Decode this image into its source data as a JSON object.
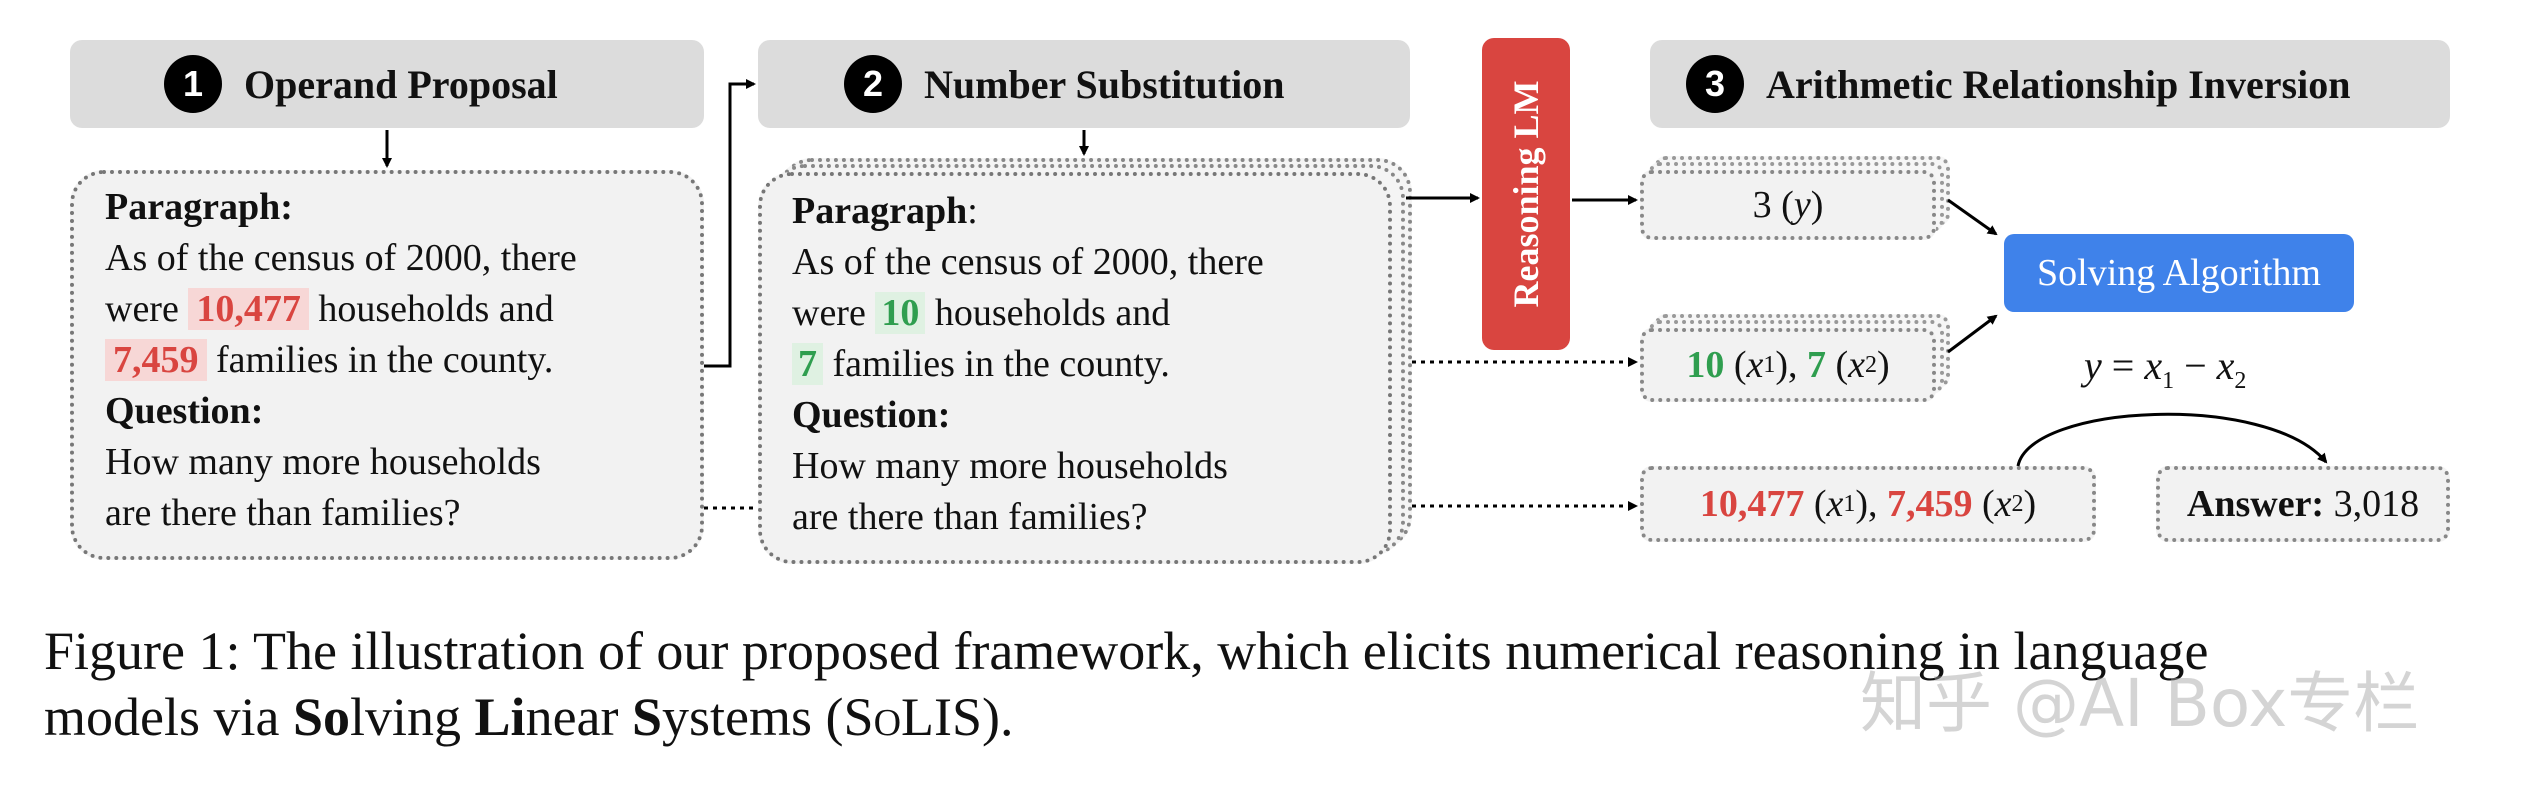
{
  "steps": [
    {
      "num": "1",
      "title": "Operand Proposal"
    },
    {
      "num": "2",
      "title": "Number Substitution"
    },
    {
      "num": "3",
      "title": "Arithmetic Relationship Inversion"
    }
  ],
  "box1": {
    "paragraph_label": "Paragraph:",
    "line1": "As of the census of 2000, there",
    "line2_pre": "were",
    "num_a": "10,477",
    "line2_post": "households and",
    "num_b": "7,459",
    "line3_post": "families in the county.",
    "question_label": "Question:",
    "q_line1": "How many more households",
    "q_line2": "are there than families?"
  },
  "box2": {
    "paragraph_label": "Paragraph",
    "paragraph_colon": ":",
    "line1": "As of the census of 2000, there",
    "line2_pre": "were",
    "num_a": "10",
    "line2_post": "households and",
    "num_b": "7",
    "line3_post": "families in the county.",
    "question_label": "Question:",
    "q_line1": "How many more households",
    "q_line2": "are there than families?"
  },
  "reasoning_lm": "Reasoning LM",
  "out_y": {
    "num": "3",
    "var": "y"
  },
  "out_x_sub": {
    "num_a": "10",
    "var_a": "x",
    "sub_a": "1",
    "num_b": "7",
    "var_b": "x",
    "sub_b": "2"
  },
  "out_x_orig": {
    "num_a": "10,477",
    "var_a": "x",
    "sub_a": "1",
    "num_b": "7,459",
    "var_b": "x",
    "sub_b": "2"
  },
  "solving_algorithm": "Solving Algorithm",
  "equation": {
    "lhs": "y",
    "eq": " = ",
    "x1": "x",
    "s1": "1",
    "minus": " − ",
    "x2": "x",
    "s2": "2"
  },
  "answer": {
    "label": "Answer:",
    "value": "3,018"
  },
  "caption": {
    "part1": "Figure 1: The illustration of our proposed framework, which elicits numerical reasoning in language",
    "part2a": "models via ",
    "so": "So",
    "lving": "lving ",
    "li": "Li",
    "near": "near ",
    "s": "S",
    "ystems": "ystems (",
    "solis": "SoLIS",
    "end": ")."
  },
  "watermark": "知乎 @AI Box专栏",
  "colors": {
    "red": "#d94540",
    "green": "#2f9e4f",
    "blue": "#3f82ea",
    "header_gray": "#dcdcdc"
  }
}
